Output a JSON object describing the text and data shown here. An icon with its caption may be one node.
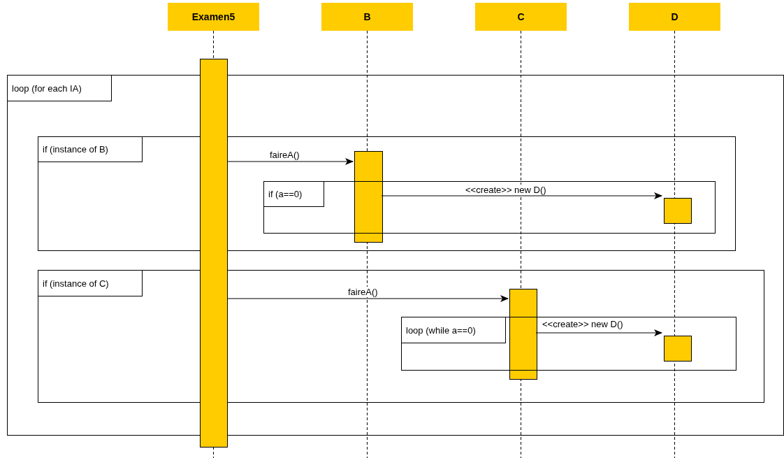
{
  "diagram": {
    "nodes": [
      {
        "text": [
          "Examen5"
        ]
      },
      {
        "text": [
          "B"
        ]
      },
      {
        "text": [
          "C"
        ]
      },
      {
        "text": [
          "D"
        ]
      },
      {
        "text": [],
        "shape": "bar"
      },
      {
        "text": [
          "loop (for each IA)"
        ]
      },
      {
        "text": [
          "if (instance of B)"
        ],
        "in": 5
      },
      {
        "text": [],
        "shape": "bar",
        "in": 6
      },
      {
        "text": [
          "if (a==0)"
        ],
        "in": 6
      },
      {
        "text": [],
        "shape": "bar",
        "in": 8
      },
      {
        "text": [
          "if (instance of C)"
        ],
        "in": 5
      },
      {
        "text": [],
        "shape": "bar",
        "in": 10
      },
      {
        "text": [
          "loop (while a==0)"
        ],
        "in": 10
      },
      {
        "text": [],
        "shape": "bar",
        "in": 12
      }
    ],
    "edges": [
      {
        "from": 4,
        "to": 7,
        "arrow": "to",
        "label": "faireA()"
      },
      {
        "from": 7,
        "to": 9,
        "arrow": "to",
        "label": "<<create>> new D()"
      },
      {
        "from": 4,
        "to": 11,
        "arrow": "to",
        "label": "faireA()"
      },
      {
        "from": 11,
        "to": 13,
        "arrow": "to",
        "label": "<<create>> new D()"
      }
    ]
  }
}
